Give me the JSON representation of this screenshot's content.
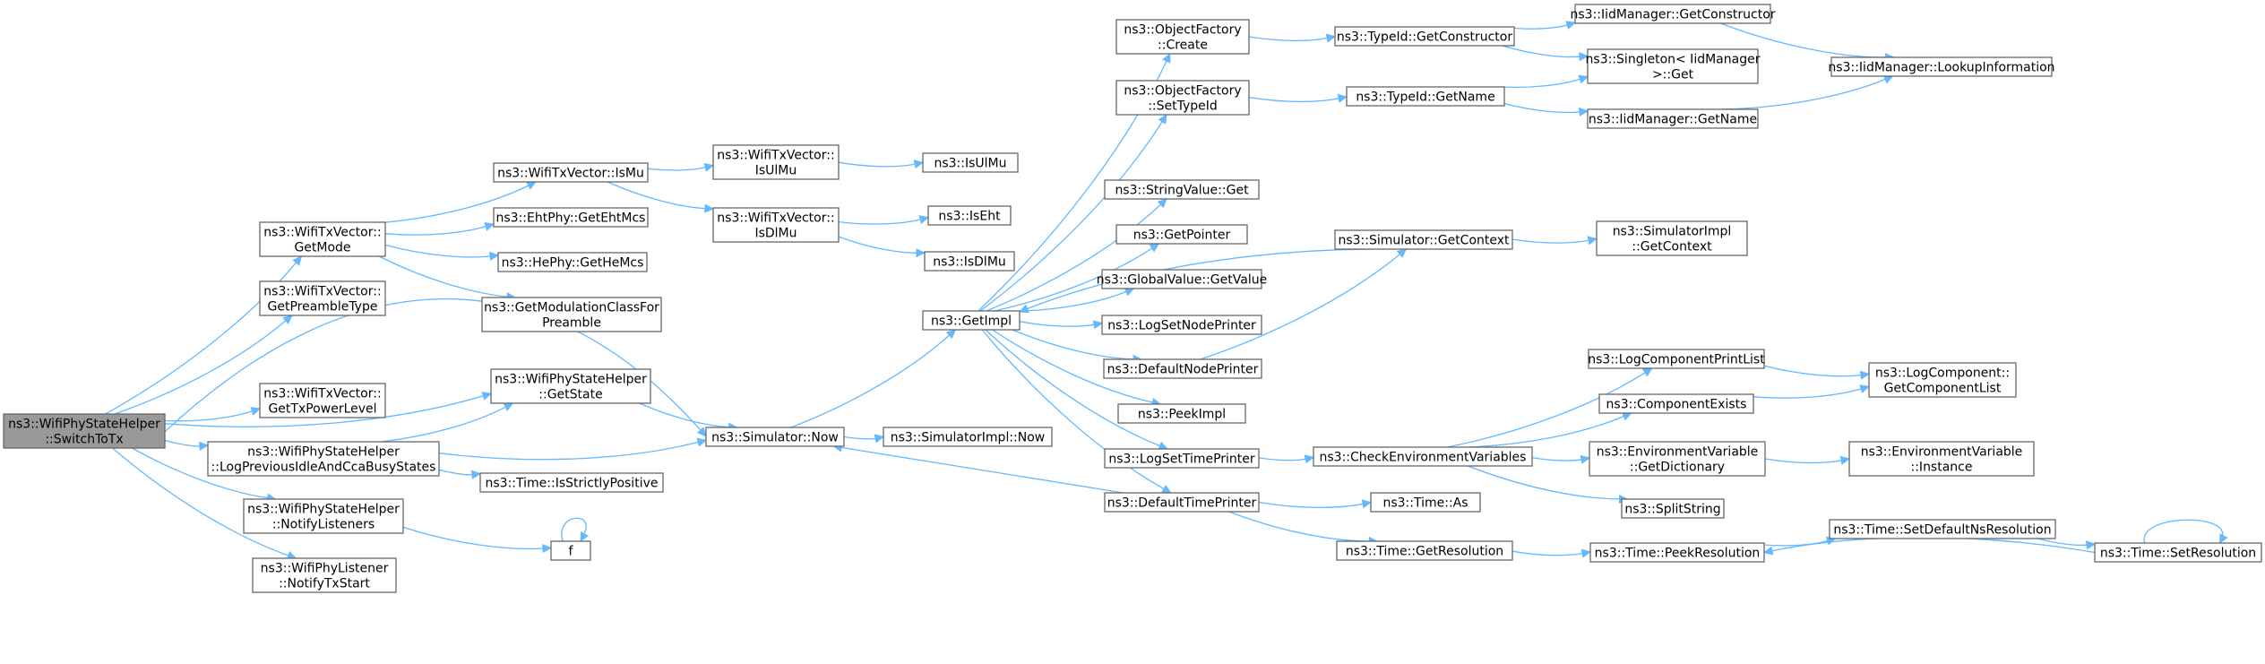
{
  "nodes": [
    {
      "id": "switchToTx",
      "lines": [
        "ns3::WifiPhyStateHelper",
        "::SwitchToTx"
      ],
      "root": true
    },
    {
      "id": "getMode",
      "lines": [
        "ns3::WifiTxVector::",
        "GetMode"
      ]
    },
    {
      "id": "getPreambleType",
      "lines": [
        "ns3::WifiTxVector::",
        "GetPreambleType"
      ]
    },
    {
      "id": "getState",
      "lines": [
        "ns3::WifiPhyStateHelper",
        "::GetState"
      ]
    },
    {
      "id": "getTxPowerLevel",
      "lines": [
        "ns3::WifiTxVector::",
        "GetTxPowerLevel"
      ]
    },
    {
      "id": "logPrev",
      "lines": [
        "ns3::WifiPhyStateHelper",
        "::LogPreviousIdleAndCcaBusyStates"
      ]
    },
    {
      "id": "notifyListeners",
      "lines": [
        "ns3::WifiPhyStateHelper",
        "::NotifyListeners"
      ]
    },
    {
      "id": "notifyTxStart",
      "lines": [
        "ns3::WifiPhyListener",
        "::NotifyTxStart"
      ]
    },
    {
      "id": "isMu",
      "lines": [
        "ns3::WifiTxVector::IsMu"
      ]
    },
    {
      "id": "getEhtMcs",
      "lines": [
        "ns3::EhtPhy::GetEhtMcs"
      ]
    },
    {
      "id": "getHeMcs",
      "lines": [
        "ns3::HePhy::GetHeMcs"
      ]
    },
    {
      "id": "getModClass",
      "lines": [
        "ns3::GetModulationClassFor",
        "Preamble"
      ]
    },
    {
      "id": "isStrictlyPositive",
      "lines": [
        "ns3::Time::IsStrictlyPositive"
      ]
    },
    {
      "id": "f",
      "lines": [
        "f"
      ]
    },
    {
      "id": "isUlMuV",
      "lines": [
        "ns3::WifiTxVector::",
        "IsUlMu"
      ]
    },
    {
      "id": "isDlMuV",
      "lines": [
        "ns3::WifiTxVector::",
        "IsDlMu"
      ]
    },
    {
      "id": "isUlMu",
      "lines": [
        "ns3::IsUlMu"
      ]
    },
    {
      "id": "isEht",
      "lines": [
        "ns3::IsEht"
      ]
    },
    {
      "id": "isDlMu",
      "lines": [
        "ns3::IsDlMu"
      ]
    },
    {
      "id": "simNow",
      "lines": [
        "ns3::Simulator::Now"
      ]
    },
    {
      "id": "simImplNow",
      "lines": [
        "ns3::SimulatorImpl::Now"
      ]
    },
    {
      "id": "getImpl",
      "lines": [
        "ns3::GetImpl"
      ]
    },
    {
      "id": "ofCreate",
      "lines": [
        "ns3::ObjectFactory",
        "::Create"
      ]
    },
    {
      "id": "ofSetTypeId",
      "lines": [
        "ns3::ObjectFactory",
        "::SetTypeId"
      ]
    },
    {
      "id": "stringValueGet",
      "lines": [
        "ns3::StringValue::Get"
      ]
    },
    {
      "id": "getPointer",
      "lines": [
        "ns3::GetPointer"
      ]
    },
    {
      "id": "gvGetValue",
      "lines": [
        "ns3::GlobalValue::GetValue"
      ]
    },
    {
      "id": "logSetNodePrinter",
      "lines": [
        "ns3::LogSetNodePrinter"
      ]
    },
    {
      "id": "defaultNodePrinter",
      "lines": [
        "ns3::DefaultNodePrinter"
      ]
    },
    {
      "id": "peekImpl",
      "lines": [
        "ns3::PeekImpl"
      ]
    },
    {
      "id": "logSetTimePrinter",
      "lines": [
        "ns3::LogSetTimePrinter"
      ]
    },
    {
      "id": "defaultTimePrinter",
      "lines": [
        "ns3::DefaultTimePrinter"
      ]
    },
    {
      "id": "typeIdGetCtor",
      "lines": [
        "ns3::TypeId::GetConstructor"
      ]
    },
    {
      "id": "typeIdGetName",
      "lines": [
        "ns3::TypeId::GetName"
      ]
    },
    {
      "id": "simGetContext",
      "lines": [
        "ns3::Simulator::GetContext"
      ]
    },
    {
      "id": "checkEnv",
      "lines": [
        "ns3::CheckEnvironmentVariables"
      ]
    },
    {
      "id": "timeAs",
      "lines": [
        "ns3::Time::As"
      ]
    },
    {
      "id": "timeGetRes",
      "lines": [
        "ns3::Time::GetResolution"
      ]
    },
    {
      "id": "iidGetCtor",
      "lines": [
        "ns3::IidManager::GetConstructor"
      ]
    },
    {
      "id": "singletonGet",
      "lines": [
        "ns3::Singleton< IidManager",
        ">::Get"
      ]
    },
    {
      "id": "iidGetName",
      "lines": [
        "ns3::IidManager::GetName"
      ]
    },
    {
      "id": "simImplGetContext",
      "lines": [
        "ns3::SimulatorImpl",
        "::GetContext"
      ]
    },
    {
      "id": "logCompPrintList",
      "lines": [
        "ns3::LogComponentPrintList"
      ]
    },
    {
      "id": "componentExists",
      "lines": [
        "ns3::ComponentExists"
      ]
    },
    {
      "id": "envGetDict",
      "lines": [
        "ns3::EnvironmentVariable",
        "::GetDictionary"
      ]
    },
    {
      "id": "splitString",
      "lines": [
        "ns3::SplitString"
      ]
    },
    {
      "id": "timePeekRes",
      "lines": [
        "ns3::Time::PeekResolution"
      ]
    },
    {
      "id": "iidLookup",
      "lines": [
        "ns3::IidManager::LookupInformation"
      ]
    },
    {
      "id": "logCompGetList",
      "lines": [
        "ns3::LogComponent::",
        "GetComponentList"
      ]
    },
    {
      "id": "envInstance",
      "lines": [
        "ns3::EnvironmentVariable",
        "::Instance"
      ]
    },
    {
      "id": "timeSetDefaultNs",
      "lines": [
        "ns3::Time::SetDefaultNsResolution"
      ]
    },
    {
      "id": "timeSetRes",
      "lines": [
        "ns3::Time::SetResolution"
      ]
    }
  ],
  "edges": [
    [
      "switchToTx",
      "getMode"
    ],
    [
      "switchToTx",
      "getPreambleType"
    ],
    [
      "switchToTx",
      "getState"
    ],
    [
      "switchToTx",
      "getTxPowerLevel"
    ],
    [
      "switchToTx",
      "logPrev"
    ],
    [
      "switchToTx",
      "notifyListeners"
    ],
    [
      "switchToTx",
      "notifyTxStart"
    ],
    [
      "switchToTx",
      "simNow"
    ],
    [
      "getMode",
      "isMu"
    ],
    [
      "getMode",
      "getEhtMcs"
    ],
    [
      "getMode",
      "getHeMcs"
    ],
    [
      "getMode",
      "getModClass"
    ],
    [
      "logPrev",
      "getState"
    ],
    [
      "logPrev",
      "simNow"
    ],
    [
      "logPrev",
      "isStrictlyPositive"
    ],
    [
      "notifyListeners",
      "f"
    ],
    [
      "f",
      "f"
    ],
    [
      "getState",
      "simNow"
    ],
    [
      "isMu",
      "isUlMuV"
    ],
    [
      "isMu",
      "isDlMuV"
    ],
    [
      "isUlMuV",
      "isUlMu"
    ],
    [
      "isDlMuV",
      "isEht"
    ],
    [
      "isDlMuV",
      "isDlMu"
    ],
    [
      "simNow",
      "getImpl"
    ],
    [
      "simNow",
      "simImplNow"
    ],
    [
      "getImpl",
      "ofCreate"
    ],
    [
      "getImpl",
      "ofSetTypeId"
    ],
    [
      "getImpl",
      "stringValueGet"
    ],
    [
      "getImpl",
      "getPointer"
    ],
    [
      "getImpl",
      "gvGetValue"
    ],
    [
      "getImpl",
      "logSetNodePrinter"
    ],
    [
      "getImpl",
      "defaultNodePrinter"
    ],
    [
      "getImpl",
      "peekImpl"
    ],
    [
      "getImpl",
      "logSetTimePrinter"
    ],
    [
      "getImpl",
      "defaultTimePrinter"
    ],
    [
      "ofCreate",
      "typeIdGetCtor"
    ],
    [
      "ofSetTypeId",
      "typeIdGetName"
    ],
    [
      "simGetContext",
      "getImpl"
    ],
    [
      "defaultNodePrinter",
      "simGetContext"
    ],
    [
      "defaultTimePrinter",
      "simNow"
    ],
    [
      "defaultTimePrinter",
      "timeAs"
    ],
    [
      "defaultTimePrinter",
      "timeGetRes"
    ],
    [
      "logSetTimePrinter",
      "checkEnv"
    ],
    [
      "typeIdGetCtor",
      "iidGetCtor"
    ],
    [
      "typeIdGetCtor",
      "singletonGet"
    ],
    [
      "typeIdGetName",
      "singletonGet"
    ],
    [
      "typeIdGetName",
      "iidGetName"
    ],
    [
      "simGetContext",
      "simImplGetContext"
    ],
    [
      "checkEnv",
      "logCompPrintList"
    ],
    [
      "checkEnv",
      "componentExists"
    ],
    [
      "checkEnv",
      "envGetDict"
    ],
    [
      "checkEnv",
      "splitString"
    ],
    [
      "timeGetRes",
      "timePeekRes"
    ],
    [
      "iidGetCtor",
      "iidLookup"
    ],
    [
      "iidGetName",
      "iidLookup"
    ],
    [
      "logCompPrintList",
      "logCompGetList"
    ],
    [
      "componentExists",
      "logCompGetList"
    ],
    [
      "envGetDict",
      "envInstance"
    ],
    [
      "timePeekRes",
      "timeSetDefaultNs"
    ],
    [
      "timeSetDefaultNs",
      "timeSetRes"
    ],
    [
      "timeSetRes",
      "timePeekRes"
    ],
    [
      "timeSetRes",
      "timeSetRes"
    ]
  ]
}
